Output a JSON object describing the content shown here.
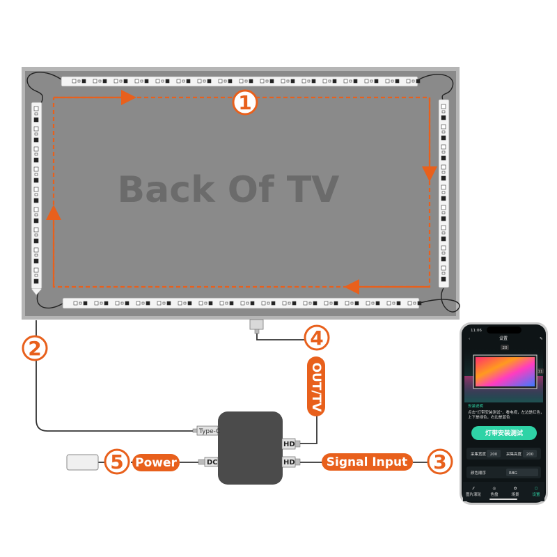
{
  "tv_label": "Back Of  TV",
  "steps": [
    {
      "num": "1"
    },
    {
      "num": "2"
    },
    {
      "num": "3",
      "label": "Signal Input"
    },
    {
      "num": "4",
      "label": "OUT/TV"
    },
    {
      "num": "5",
      "label": "Power"
    }
  ],
  "ports": {
    "type_c": "Type-C",
    "hd_out": "HD",
    "hd_in": "HD",
    "dc": "DC"
  },
  "phone": {
    "time": "11:06",
    "title": "设置",
    "top_count": "20",
    "side_count": "11",
    "section_title": "安装说明",
    "instruction_1": "点击\"灯带安装测试\"，看电视，左边是红色，",
    "instruction_2": "上下是绿色，右边是蓝色",
    "test_button": "灯带安装测试",
    "width_label": "采集宽度",
    "width_value": "200",
    "height_label": "采集高度",
    "height_value": "200",
    "order_label": "颜色顺序",
    "order_value": "RBG",
    "tabs": [
      "图片滚轮",
      "色盘",
      "场景",
      "设置"
    ]
  },
  "colors": {
    "accent": "#e8601c",
    "tv_panel": "#8a8a8a",
    "controller": "#4b4b4b",
    "phone_button": "#2fd3a6"
  }
}
